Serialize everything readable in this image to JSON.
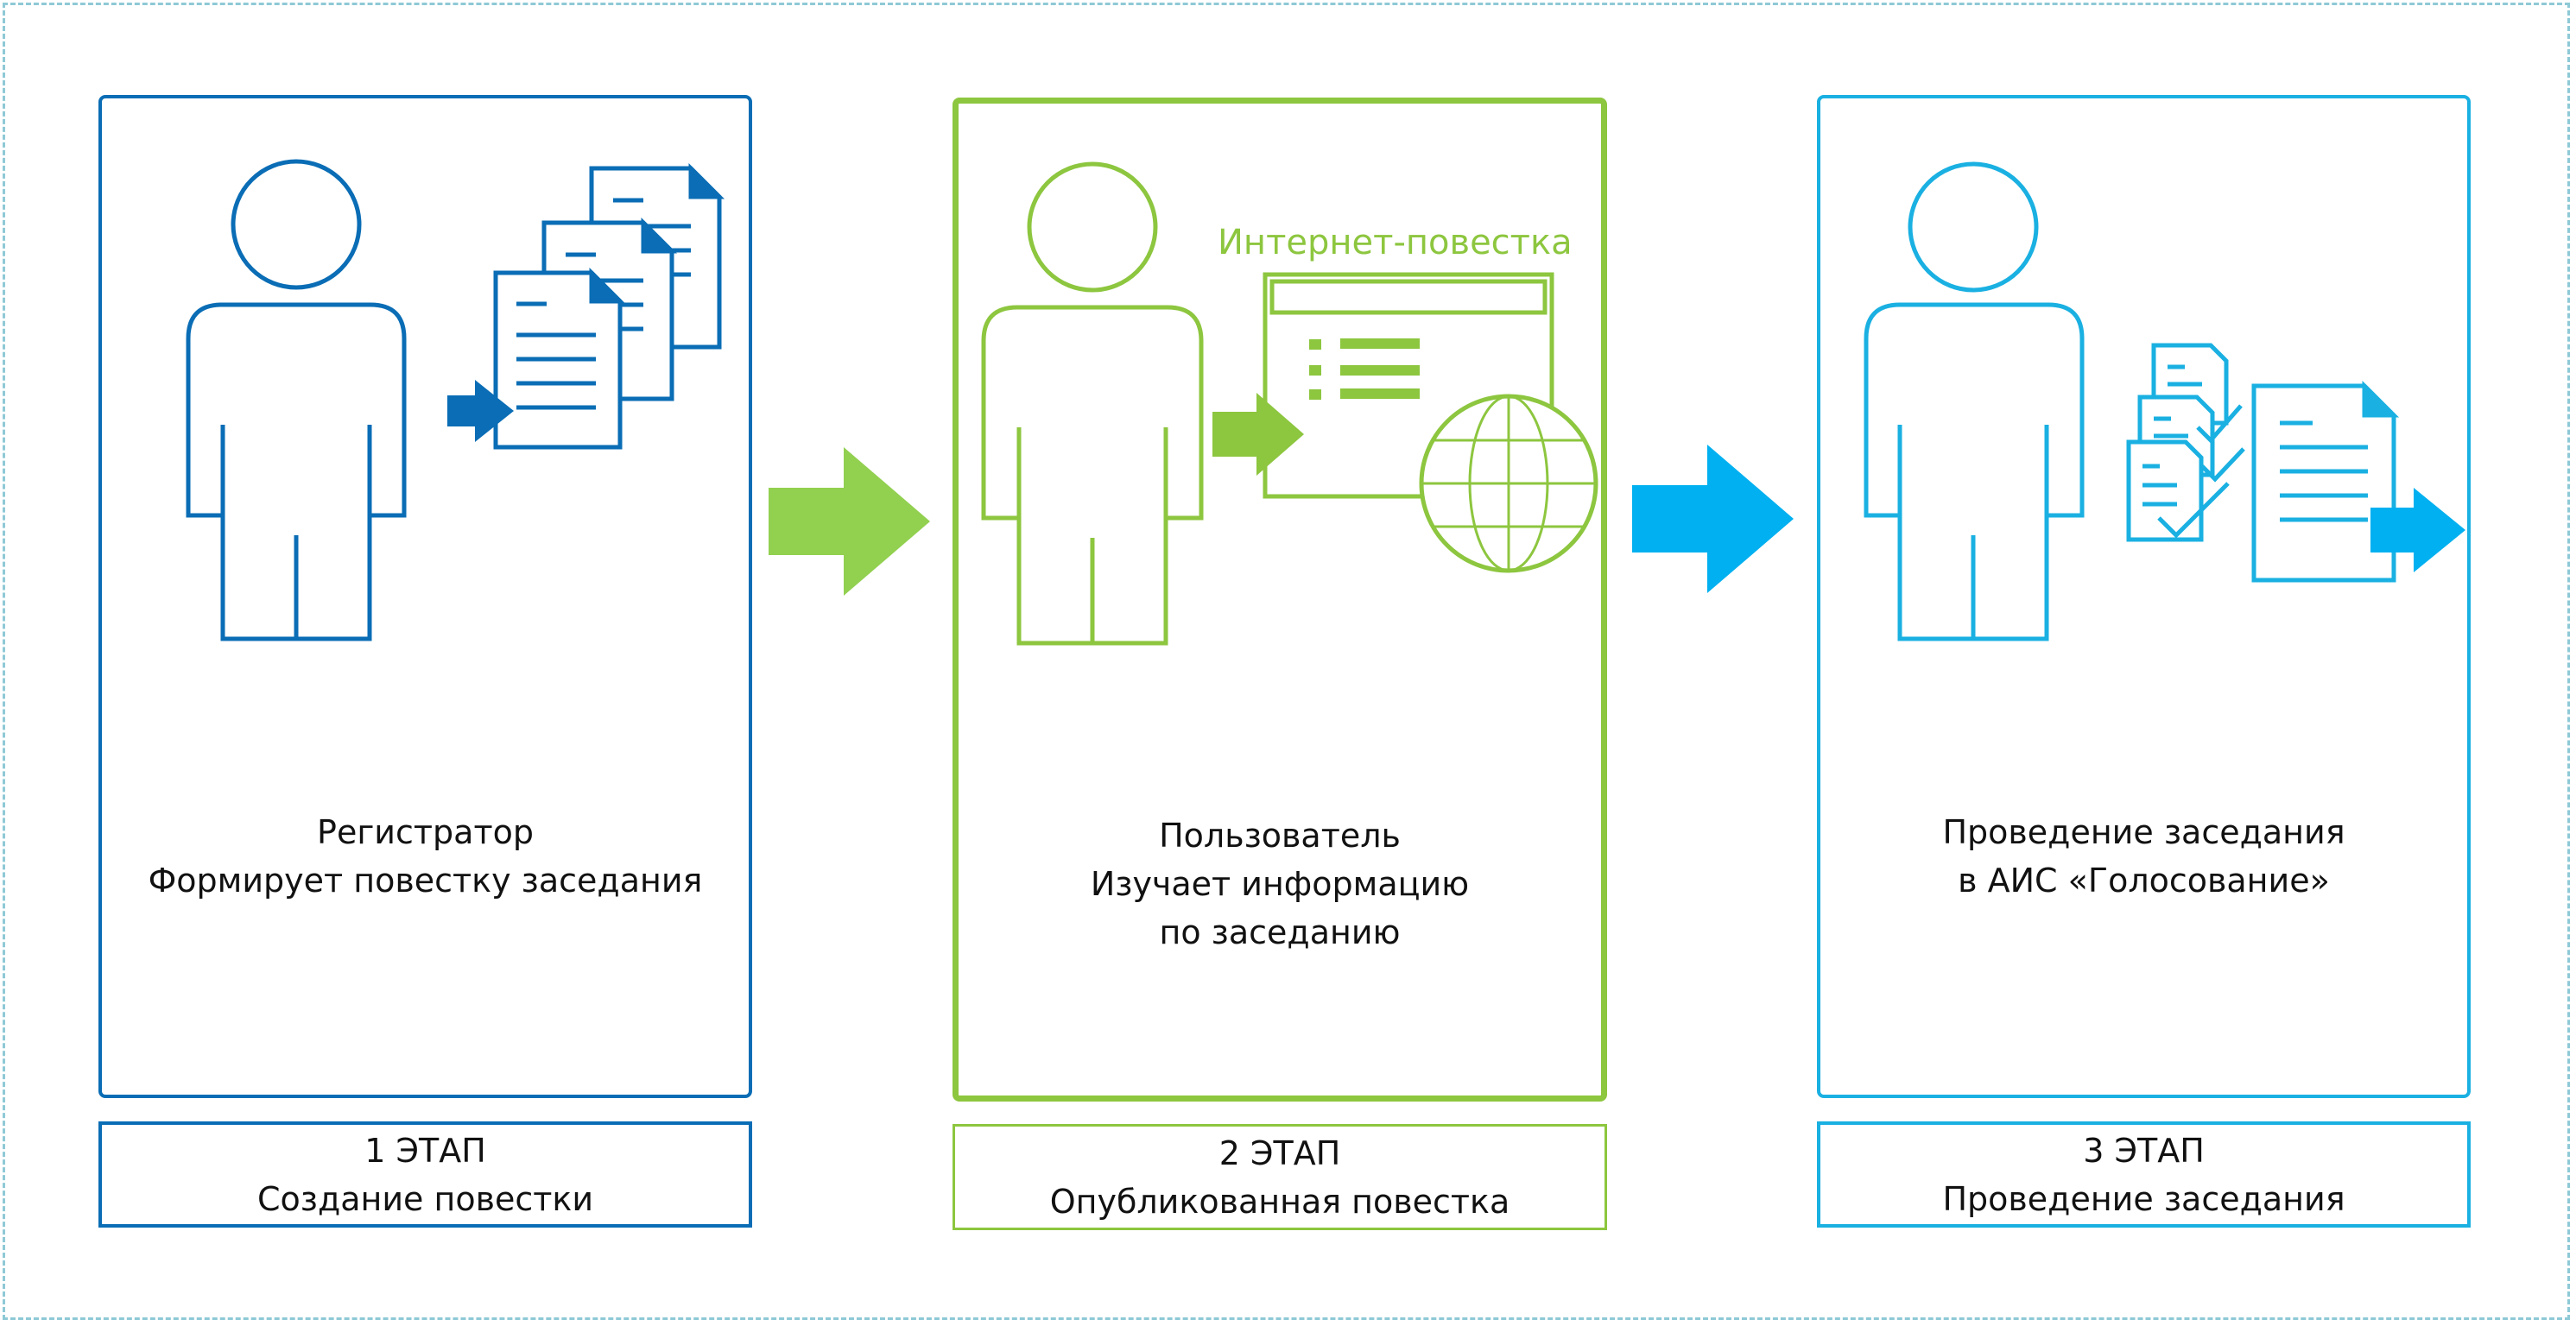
{
  "colors": {
    "stage1": "#0a6db5",
    "stage2": "#8dc63f",
    "stage3": "#1ab0e2",
    "arrow_green": "#92d050",
    "arrow_blue": "#00b0f0",
    "frame": "#8ec9d6"
  },
  "panels": [
    {
      "actor_icon": "person-icon",
      "items_icon": "documents-stack-icon",
      "lines": [
        "Регистратор",
        "Формирует повестку заседания"
      ],
      "stage": {
        "title": "1 ЭТАП",
        "name": "Создание повестки"
      }
    },
    {
      "actor_icon": "person-icon",
      "items_icon": "web-page-globe-icon",
      "web_label": "Интернет-повестка",
      "lines": [
        "Пользователь",
        "Изучает информацию",
        "по заседанию"
      ],
      "stage": {
        "title": "2 ЭТАП",
        "name": "Опубликованная повестка"
      }
    },
    {
      "actor_icon": "person-icon",
      "items_icon": "checked-documents-icon",
      "lines": [
        "Проведение заседания",
        "в АИС «Голосование»"
      ],
      "stage": {
        "title": "3 ЭТАП",
        "name": "Проведение заседания"
      }
    }
  ]
}
